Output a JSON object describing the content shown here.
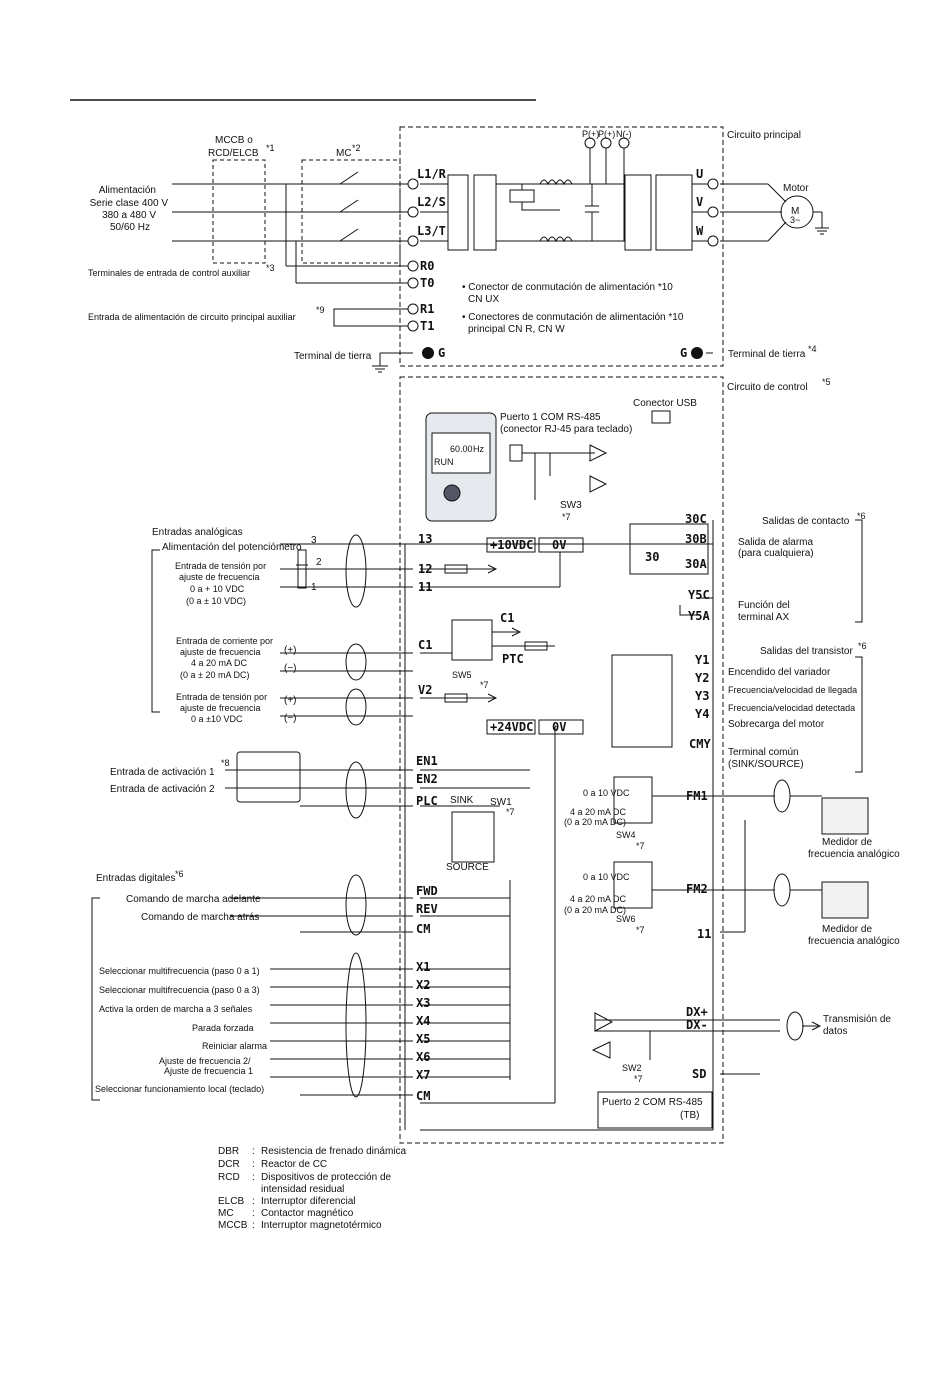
{
  "power": {
    "mccb_title": "MCCB o",
    "mccb_title2": "RCD/ELCB",
    "mccb_note": "*1",
    "mc_title": "MC",
    "mc_note": "*2",
    "supply": [
      "Alimentación",
      "Serie clase 400 V",
      "380 a 480 V",
      "50/60 Hz"
    ],
    "aux_control": "Terminales de entrada de control auxiliar",
    "aux_control_note": "*3",
    "aux_main": "Entrada de alimentación de circuito principal auxiliar",
    "aux_main_note": "*9",
    "ground_left": "Terminal de tierra",
    "ground_right": "Terminal de tierra",
    "ground_right_note": "*4",
    "main_circuit": "Circuito principal",
    "motor": "Motor",
    "motor_symbol": "M",
    "motor_phase": "3~",
    "dc_terminals": [
      "P(+)",
      "P(+)",
      "N(-)"
    ],
    "in_terms": [
      "L1/R",
      "L2/S",
      "L3/T"
    ],
    "out_terms": [
      "U",
      "V",
      "W"
    ],
    "aux_terms": [
      "R0",
      "T0",
      "R1",
      "T1"
    ],
    "g_label": "G",
    "notes": [
      "• Conector de conmutación de alimentación *10",
      "CN UX",
      "• Conectores de conmutación de alimentación *10",
      "principal CN R, CN W"
    ]
  },
  "control": {
    "title": "Circuito de control",
    "title_note": "*5",
    "usb": "Conector USB",
    "rs485_1a": "Puerto 1 COM RS-485",
    "rs485_1b": "(conector RJ-45 para teclado)",
    "keypad_freq": "60.00",
    "keypad_unit": "Hz",
    "keypad_run": "RUN",
    "sw3": "SW3",
    "note7": "*7",
    "analog_title": "Entradas analógicas",
    "pot": "Alimentación del potenciómetro",
    "pot_nums": [
      "3",
      "2",
      "1"
    ],
    "volt_in": [
      "Entrada de tensión por",
      "ajuste de frecuencia",
      "0 a + 10 VDC",
      "(0 a ± 10 VDC)"
    ],
    "curr_in": [
      "Entrada de corriente por",
      "ajuste de frecuencia",
      "4 a 20 mA DC",
      "(0 a ± 20 mA DC)"
    ],
    "volt_in2": [
      "Entrada de tensión por",
      "ajuste de frecuencia",
      "0 a ±10 VDC"
    ],
    "plus": "(+)",
    "minus": "(−)",
    "analog_terms": [
      "13",
      "12",
      "11",
      "C1",
      "V2"
    ],
    "v10": "+10VDC",
    "v0": "0V",
    "v24": "+24VDC",
    "c1": "C1",
    "ptc": "PTC",
    "sw5": "SW5",
    "act1": "Entrada de activación 1",
    "act1_note": "*8",
    "act2": "Entrada de activación 2",
    "en_terms": [
      "EN1",
      "EN2",
      "PLC"
    ],
    "sink": "SINK",
    "source": "SOURCE",
    "sw1": "SW1",
    "digital_title": "Entradas digitales",
    "digital_note": "*6",
    "fwd": "Comando de marcha adelante",
    "rev": "Comando de marcha atrás",
    "dig_terms": [
      "FWD",
      "REV",
      "CM"
    ],
    "x_items": [
      "Seleccionar multifrecuencia (paso 0 a 1)",
      "Seleccionar multifrecuencia (paso 0 a 3)",
      "Activa la orden de marcha a 3 señales",
      "Parada forzada",
      "Reiniciar alarma",
      "Ajuste de frecuencia 2/",
      "Ajuste de frecuencia 1",
      "Seleccionar funcionamiento local (teclado)"
    ],
    "x_terms": [
      "X1",
      "X2",
      "X3",
      "X4",
      "X5",
      "X6",
      "X7",
      "CM"
    ],
    "contact_title": "Salidas de contacto",
    "contact_note": "*6",
    "contact_terms": [
      "30C",
      "30B",
      "30A",
      "Y5C",
      "Y5A"
    ],
    "relay30": "30",
    "alarm_out": [
      "Salida de alarma",
      "(para cualquiera)"
    ],
    "ax_func": [
      "Función del",
      "terminal AX"
    ],
    "trans_title": "Salidas del transistor",
    "trans_note": "*6",
    "trans_terms": [
      "Y1",
      "Y2",
      "Y3",
      "Y4",
      "CMY"
    ],
    "trans_items": [
      "Encendido del variador",
      "Frecuencia/velocidad de llegada",
      "Frecuencia/velocidad detectada",
      "Sobrecarga del motor",
      "Terminal común",
      "(SINK/SOURCE)"
    ],
    "fm_volt": "0 a 10 VDC",
    "fm_curr": "4 a 20 mA DC",
    "fm_curr2": "(0 a 20 mA DC)",
    "fm_terms": [
      "FM1",
      "FM2",
      "11"
    ],
    "sw4": "SW4",
    "sw6": "SW6",
    "meter": [
      "Medidor de",
      "frecuencia analógico"
    ],
    "dx_terms": [
      "DX+",
      "DX-",
      "SD"
    ],
    "data_tx": [
      "Transmisión de",
      "datos"
    ],
    "sw2": "SW2",
    "rs485_2a": "Puerto 2 COM RS-485",
    "rs485_2b": "(TB)"
  },
  "legend": [
    {
      "abbr": "DBR",
      "text": "Resistencia de frenado dinámica"
    },
    {
      "abbr": "DCR",
      "text": "Reactor de CC"
    },
    {
      "abbr": "RCD",
      "text": "Dispositivos de protección de"
    },
    {
      "abbr": "",
      "text": "intensidad residual"
    },
    {
      "abbr": "ELCB",
      "text": "Interruptor diferencial"
    },
    {
      "abbr": "MC",
      "text": "Contactor magnético"
    },
    {
      "abbr": "MCCB",
      "text": "Interruptor magnetotérmico"
    }
  ]
}
